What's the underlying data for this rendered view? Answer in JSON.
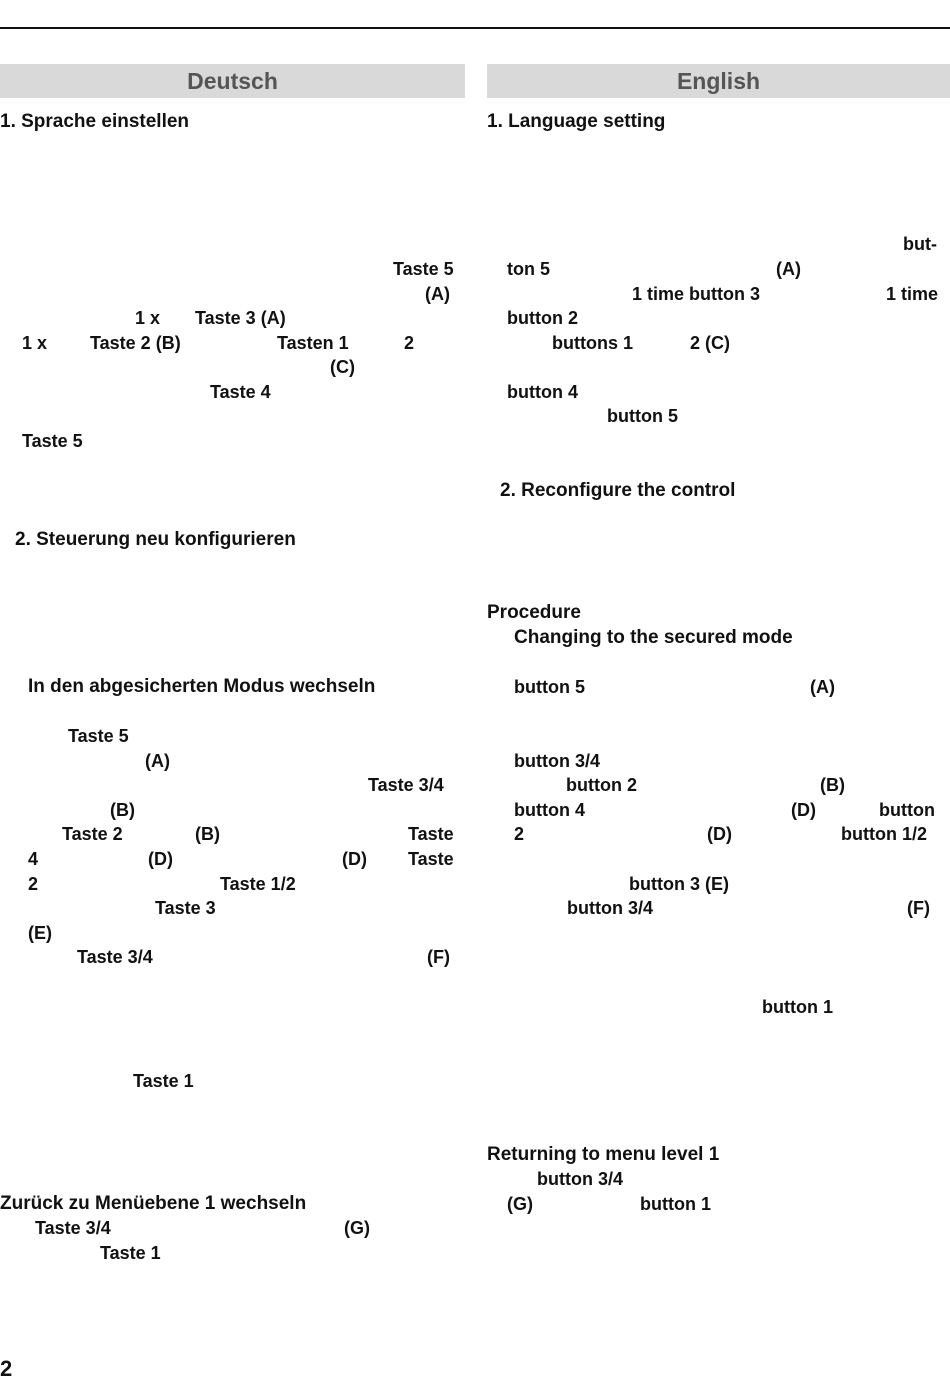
{
  "columns": {
    "left_title": "Deutsch",
    "right_title": "English"
  },
  "de": {
    "h1": "1. Sprache einstellen",
    "l1": "Taste 5",
    "l2": "(A)",
    "l3a": "1 x",
    "l3b": "Taste 3 (A)",
    "l4a": "1 x",
    "l4b": "Taste 2 (B)",
    "l4c": "Tasten 1",
    "l4d": "2",
    "l5": "(C)",
    "l6": "Taste  4",
    "l7": "Taste 5",
    "h2": "2. Steuerung neu konfigurieren",
    "h3": "In den abgesicherten Modus wechseln",
    "m1": "Taste  5",
    "m2": "(A)",
    "m3": "Taste  3/4",
    "m4": "(B)",
    "m5a": "Taste 2",
    "m5b": "(B)",
    "m5c": "Taste",
    "m6a": "4",
    "m6b": "(D)",
    "m6c": "(D)",
    "m6d": "Taste",
    "m7a": "2",
    "m7b": "Taste 1/2",
    "m8": "Taste 3",
    "m9": "(E)",
    "m10a": "Taste   3/4",
    "m10b": "(F)",
    "m11": "Taste 1",
    "h4": "Zurück zu Menüebene 1 wechseln",
    "z1a": "Taste 3/4",
    "z1b": "(G)",
    "z2": "Taste 1"
  },
  "en": {
    "h1": "1. Language setting",
    "l1": "but-",
    "l2a": "ton 5",
    "l2b": "(A)",
    "l3a": "1 time button 3",
    "l3b": "1 time",
    "l4": "button 2",
    "l5a": "buttons 1",
    "l5b": "2 (C)",
    "l6": "button 4",
    "l7": "button 5",
    "h2": "2. Reconfigure the control",
    "proc": "Procedure",
    "h3": "Changing to the secured mode",
    "m1a": "button 5",
    "m1b": "(A)",
    "m2": "button 3/4",
    "m3a": "button 2",
    "m3b": "(B)",
    "m4a": "button 4",
    "m4b": "(D)",
    "m4c": "button",
    "m5a": "2",
    "m5b": "(D)",
    "m5c": "button 1/2",
    "m6": "button 3 (E)",
    "m7a": "button 3/4",
    "m7b": "(F)",
    "m8": "button   1",
    "h4": "Returning to menu level 1",
    "r1": "button 3/4",
    "r2a": "(G)",
    "r2b": "button 1"
  },
  "page_number": "2"
}
